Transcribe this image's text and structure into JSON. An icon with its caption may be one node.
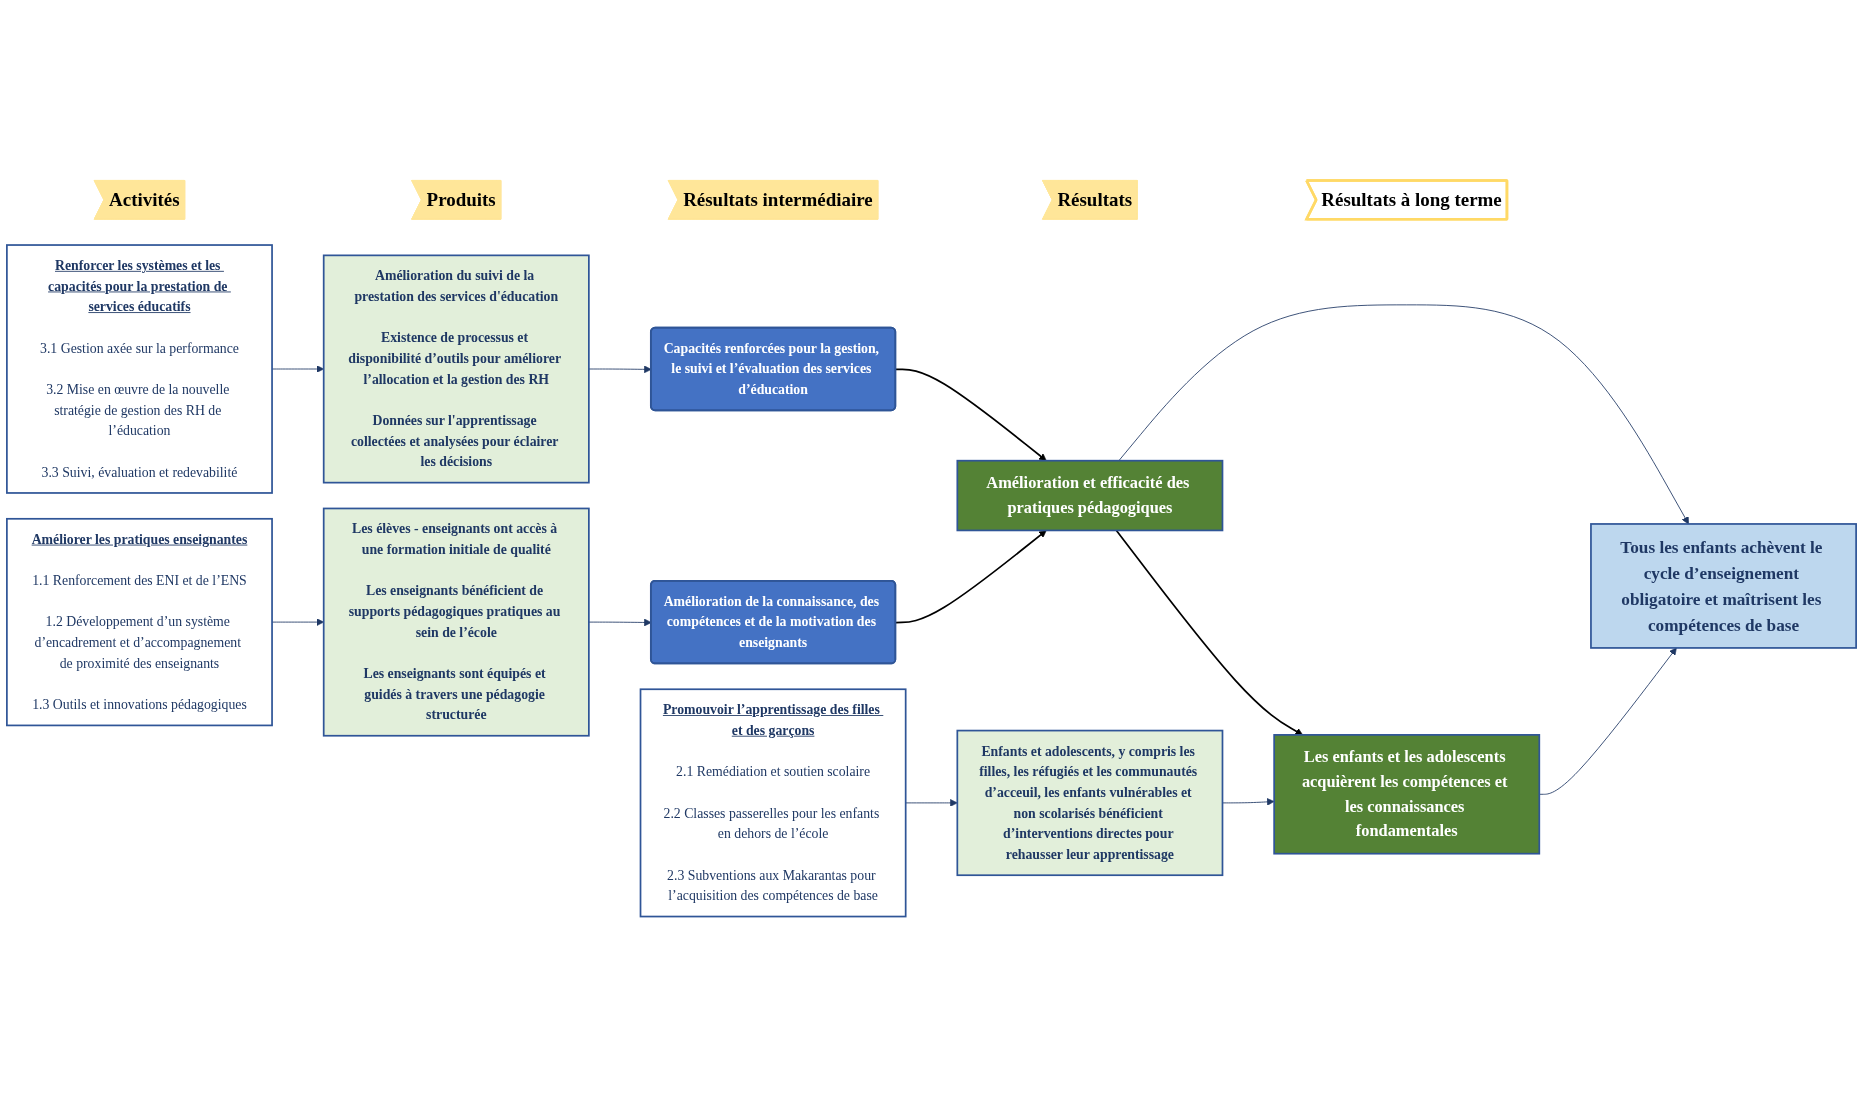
{
  "diagram": {
    "nodes": [
      {
        "text": [
          "Activités"
        ]
      },
      {
        "text": [
          "Produits"
        ]
      },
      {
        "text": [
          "Résultats intermédiaire"
        ]
      },
      {
        "text": [
          "Résultats"
        ]
      },
      {
        "text": [
          "Résultats à long terme"
        ]
      },
      {
        "text": [
          "Améliorer les pratiques enseignantes",
          "1.1 Renforcement des ENI et de l’ENS",
          "1.2 Développement d’un système d’encadrement et d’accompagnement de proximité des enseignants",
          "1.3 Outils et innovations pédagogiques"
        ]
      },
      {
        "text": [
          "Les élèves - enseignants ont accès à une formation initiale de qualité",
          "Les enseignants bénéficient de supports pédagogiques pratiques au sein de l’école",
          "Les enseignants sont équipés et guidés à travers une pédagogie structurée"
        ]
      },
      {
        "text": [
          "Amélioration de la connaissance, des compétences et de la motivation des enseignants"
        ]
      },
      {
        "text": [
          "Amélioration et efficacité des pratiques pédagogiques"
        ]
      },
      {
        "text": [
          "Renforcer les systèmes et les capacités pour la prestation de services éducatifs",
          "3.1 Gestion axée sur la performance",
          "3.2 Mise en œuvre de la nouvelle stratégie de gestion des RH de l’éducation",
          "3.3 Suivi, évaluation et redevabilité"
        ]
      },
      {
        "text": [
          "Amélioration du suivi de la prestation des services d'éducation",
          "Existence de processus et disponibilité d’outils pour améliorer l’allocation et la gestion des RH",
          "Données sur l'apprentissage collectées et analysées pour éclairer les décisions"
        ]
      },
      {
        "text": [
          "Capacités renforcées pour la gestion, le suivi et l’évaluation des services d’éducation"
        ]
      },
      {
        "text": [
          "Tous les enfants achèvent le cycle d’enseignement obligatoire et maîtrisent les compétences de base"
        ]
      },
      {
        "text": [
          "Promouvoir l’apprentissage des filles et des garçons",
          "2.1 Remédiation et soutien scolaire",
          "2.2 Classes passerelles pour les enfants en dehors de l’école",
          "2.3 Subventions aux Makarantas pour l’acquisition des compétences de base"
        ]
      },
      {
        "text": [
          "Enfants et adolescents, y compris les filles, les réfugiés et les communautés d’acceuil, les enfants vulnérables et non scolarisés bénéficient d’interventions directes pour rehausser leur apprentissage"
        ]
      },
      {
        "text": [
          "Les enfants et les adolescents acquièrent les compétences et les connaissances fondamentales"
        ]
      }
    ],
    "edges": [
      {
        "from": 5,
        "to": 6,
        "arrow": "to"
      },
      {
        "from": 6,
        "to": 7,
        "arrow": "to"
      },
      {
        "from": 9,
        "to": 10,
        "arrow": "to"
      },
      {
        "from": 10,
        "to": 11,
        "arrow": "to"
      },
      {
        "from": 13,
        "to": 14,
        "arrow": "to"
      },
      {
        "from": 14,
        "to": 15,
        "arrow": "to"
      },
      {
        "from": 7,
        "to": 8,
        "arrow": "to",
        "color": "#000000"
      },
      {
        "from": 11,
        "to": 8,
        "arrow": "to",
        "color": "#000000"
      },
      {
        "from": 8,
        "to": 15,
        "arrow": "to",
        "color": "#000000"
      },
      {
        "from": 8,
        "to": 12,
        "arrow": "to"
      },
      {
        "from": 15,
        "to": 12,
        "arrow": "to"
      }
    ]
  }
}
